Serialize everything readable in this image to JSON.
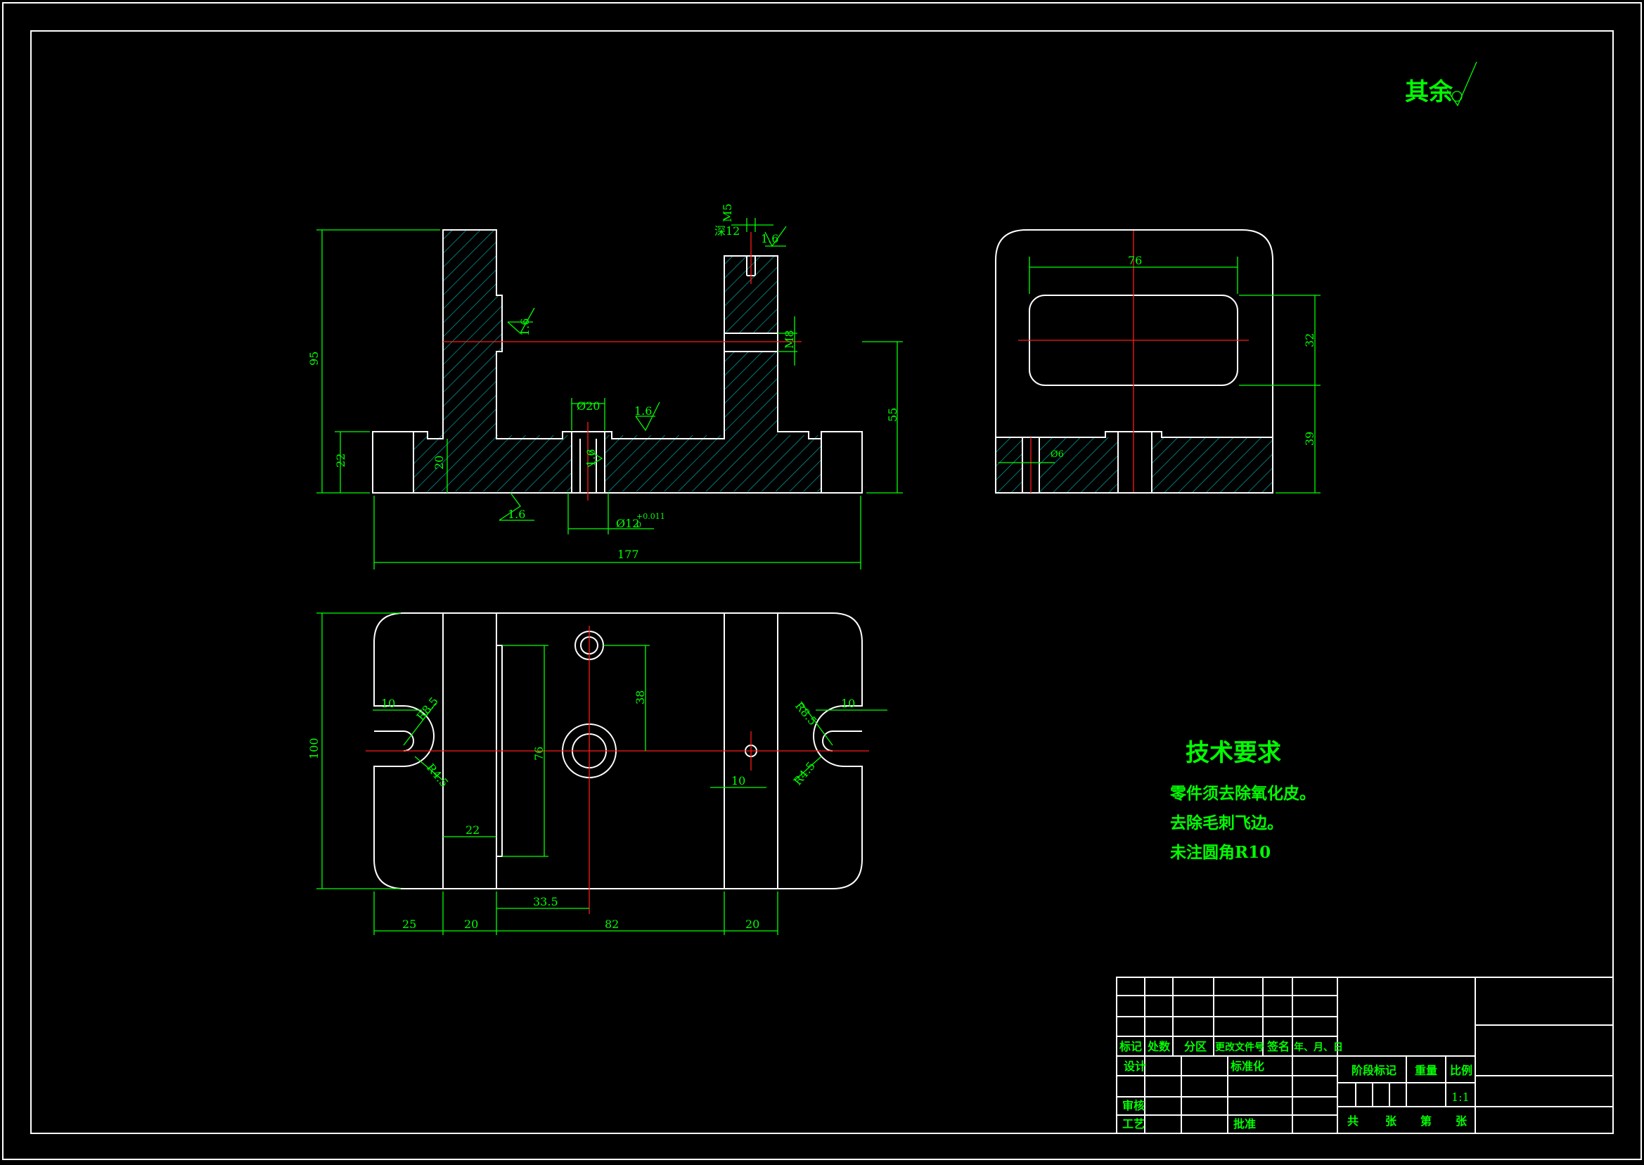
{
  "colors": {
    "background": "#000000",
    "outline": "#ffffff",
    "dimension": "#00ff00",
    "centerline": "#ff1a1a",
    "hatch": "#00b4b4"
  },
  "surface_note": {
    "label": "其余",
    "icon": "surface-roughness-icon"
  },
  "front_view": {
    "thread_callout": "M5",
    "thread_depth": "深12",
    "roughness_top": "1.6",
    "roughness_left_wall": "1.6",
    "roughness_bore": "1.6",
    "roughness_slot": "1.6",
    "roughness_bottom": "1.6",
    "dim_height_total": "95",
    "dim_base_height": "22",
    "dim_base_inner": "20",
    "dim_bore_top": "Ø20",
    "dim_hole": "M8",
    "dim_center_height": "55",
    "dim_pin_hole": "Ø12",
    "dim_pin_tol_upper": "+0.011",
    "dim_pin_tol_lower": "0",
    "dim_length": "177"
  },
  "side_view": {
    "dim_width": "76",
    "dim_window_height": "32",
    "dim_base_height": "39",
    "dim_small_hole": "Ø6"
  },
  "top_view": {
    "dim_height": "100",
    "dim_slot_left": "10",
    "dim_slot_right": "10",
    "radius_left_top": "R8.5",
    "radius_left_bottom": "R4.5",
    "radius_right_top": "R8.5",
    "radius_right_bottom": "R4.5",
    "dim_inner_height": "76",
    "dim_hole_offset": "38",
    "dim_small_offset": "10",
    "dim_slot_offset": "22",
    "dim_33": "33.5",
    "dim_25": "25",
    "dim_20a": "20",
    "dim_82": "82",
    "dim_20b": "20"
  },
  "tech_requirements": {
    "title": "技术要求",
    "lines": [
      "零件须去除氧化皮。",
      "去除毛刺飞边。",
      "未注圆角R10"
    ]
  },
  "title_block": {
    "mark": "标记",
    "count": "处数",
    "zone": "分区",
    "change_doc": "更改文件号",
    "signature": "签名",
    "date": "年、月、日",
    "design": "设计",
    "standardize": "标准化",
    "review": "审核",
    "process": "工艺",
    "approve": "批准",
    "stage_mark": "阶段标记",
    "weight": "重量",
    "scale_label": "比例",
    "scale_value": "1:1",
    "total": "共",
    "sheets": "张",
    "nth": "第",
    "sheet_end": "张"
  }
}
